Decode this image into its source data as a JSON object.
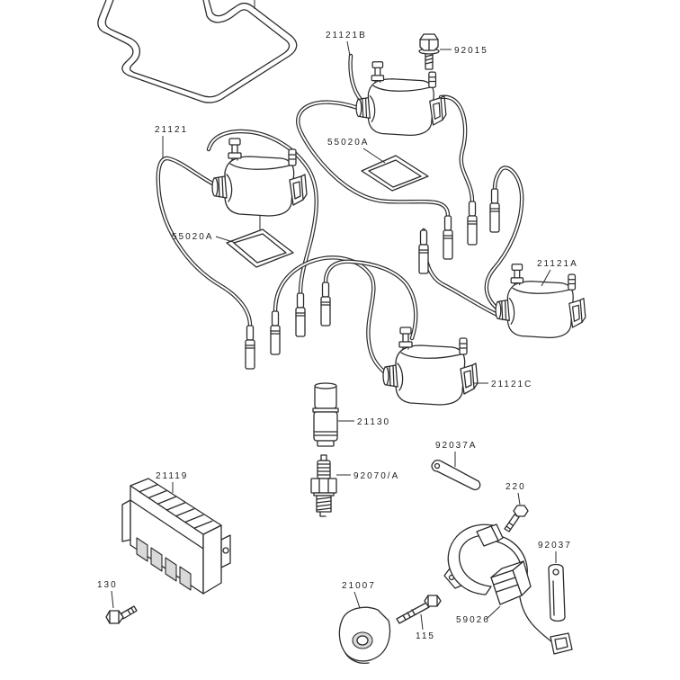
{
  "callouts": {
    "coil_b": "21121B",
    "bolt_top": "92015",
    "coil_main": "21121",
    "pad_upper": "55020A",
    "pad_lower": "55020A",
    "coil_a": "21121A",
    "coil_c": "21121C",
    "plug_cap": "21130",
    "strap_a": "92037A",
    "spark_plug": "92070/A",
    "igniter": "21119",
    "screw": "220",
    "strap": "92037",
    "bolt_igniter": "130",
    "rotor": "21007",
    "pickup": "59026",
    "bolt_rotor": "115"
  },
  "colors": {
    "line": "#2b2b2b",
    "background": "#ffffff"
  }
}
